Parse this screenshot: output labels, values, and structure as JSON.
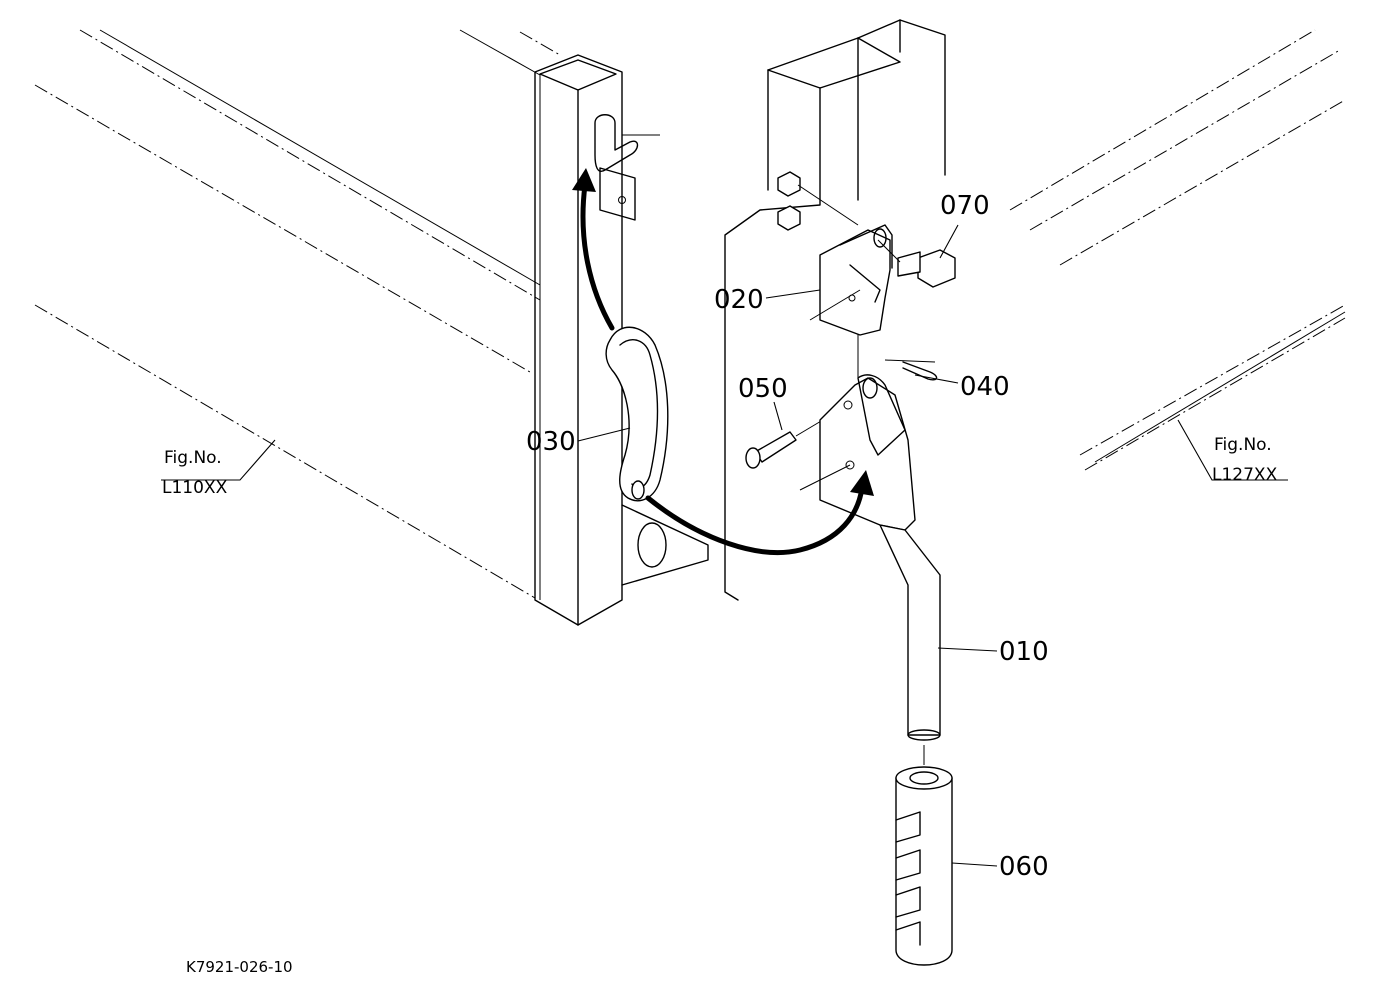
{
  "callouts": {
    "p010": "010",
    "p020": "020",
    "p030": "030",
    "p040": "040",
    "p050": "050",
    "p060": "060",
    "p070": "070"
  },
  "figure_refs": {
    "left": {
      "line1": "Fig.No.",
      "line2": "L110XX"
    },
    "right": {
      "line1": "Fig.No.",
      "line2": "L127XX"
    }
  },
  "drawing_id": "K7921-026-10"
}
